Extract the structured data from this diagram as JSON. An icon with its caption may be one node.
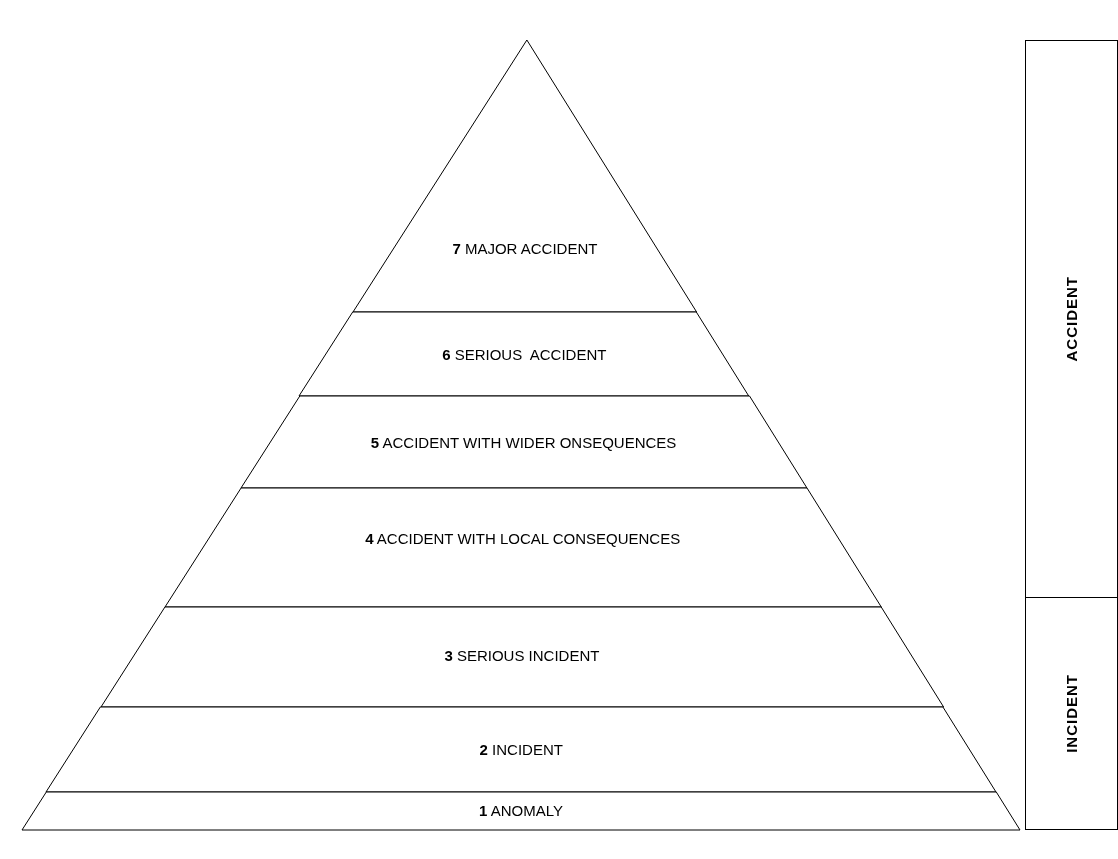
{
  "diagram": {
    "nodes": [
      {
        "text": [
          "**7** MAJOR ACCIDENT"
        ]
      },
      {
        "text": [
          "**6** SERIOUS  ACCIDENT"
        ]
      },
      {
        "text": [
          "**5** ACCIDENT WITH WIDER ONSEQUENCES"
        ]
      },
      {
        "text": [
          "**4** ACCIDENT WITH LOCAL CONSEQUENCES"
        ]
      },
      {
        "text": [
          "**3** SERIOUS INCIDENT"
        ]
      },
      {
        "text": [
          "**2** INCIDENT"
        ]
      },
      {
        "text": [
          "**1** ANOMALY"
        ]
      },
      {
        "text": [
          "ACCIDENT"
        ]
      },
      {
        "text": [
          "INCIDENT"
        ]
      }
    ]
  }
}
